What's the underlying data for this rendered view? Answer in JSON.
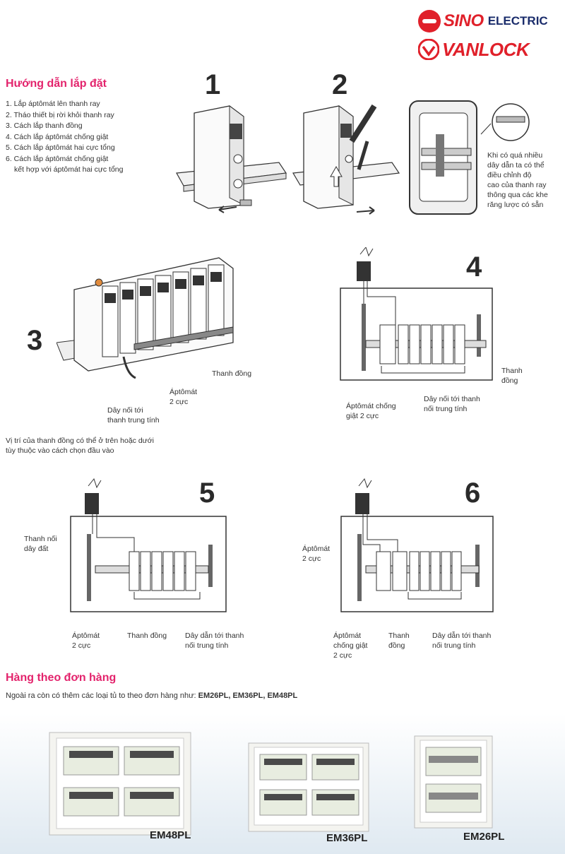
{
  "brand": {
    "sino": "SINO",
    "electric": "ELECTRIC",
    "vanlock": "VANLOCK"
  },
  "install": {
    "heading": "Hướng dẫn lắp đặt",
    "steps": [
      "1. Lắp áptômát lên thanh ray",
      "2. Tháo thiết bị rời khỏi thanh ray",
      "3. Cách lắp thanh đồng",
      "4. Cách lắp áptômát chống giật",
      "5. Cách lắp áptômát hai cực tổng",
      "6. Cách lắp áptômát chống giật",
      "kết hợp với áptômát hai cực tổng"
    ]
  },
  "figures": {
    "n1": "1",
    "n2": "2",
    "n3": "3",
    "n4": "4",
    "n5": "5",
    "n6": "6",
    "side_note": [
      "Khi có quá nhiều",
      "dây dẫn ta có thể",
      "điều chỉnh độ",
      "cao của thanh ray",
      "thông qua các khe",
      "răng lược có sẵn"
    ],
    "fig3": {
      "busbar": "Thanh đồng",
      "breaker": [
        "Áptômát",
        "2 cực"
      ],
      "wire": [
        "Dây nối tới",
        "thanh trung tính"
      ]
    },
    "note3": [
      "Vị trí của thanh đồng có thể ở trên hoặc dưới",
      "tùy thuộc vào cách chọn đầu vào"
    ],
    "fig4": {
      "busbar": [
        "Thanh",
        "đồng"
      ],
      "rcbo": [
        "Áptômát chống",
        "giật 2 cực"
      ],
      "wire": [
        "Dây nối tới thanh",
        "nối trung tính"
      ]
    },
    "fig5": {
      "earth": [
        "Thanh nối",
        "dây đất"
      ],
      "breaker": [
        "Áptômát",
        "2 cực"
      ],
      "busbar": "Thanh đồng",
      "wire": [
        "Dây dẫn tới thanh",
        "nối trung tính"
      ]
    },
    "fig6": {
      "breaker": [
        "Áptômát",
        "2 cực"
      ],
      "rcbo": [
        "Áptômát",
        "chống giật",
        "2 cực"
      ],
      "busbar": [
        "Thanh",
        "đồng"
      ],
      "wire": [
        "Dây dẫn tới thanh",
        "nối trung tính"
      ]
    }
  },
  "orders": {
    "heading": "Hàng theo đơn hàng",
    "text_prefix": "Ngoài ra còn có thêm các loại tủ to theo đơn hàng như: ",
    "text_models": "EM26PL, EM36PL, EM48PL",
    "products": [
      {
        "model": "EM48PL"
      },
      {
        "model": "EM36PL"
      },
      {
        "model": "EM26PL"
      }
    ]
  }
}
